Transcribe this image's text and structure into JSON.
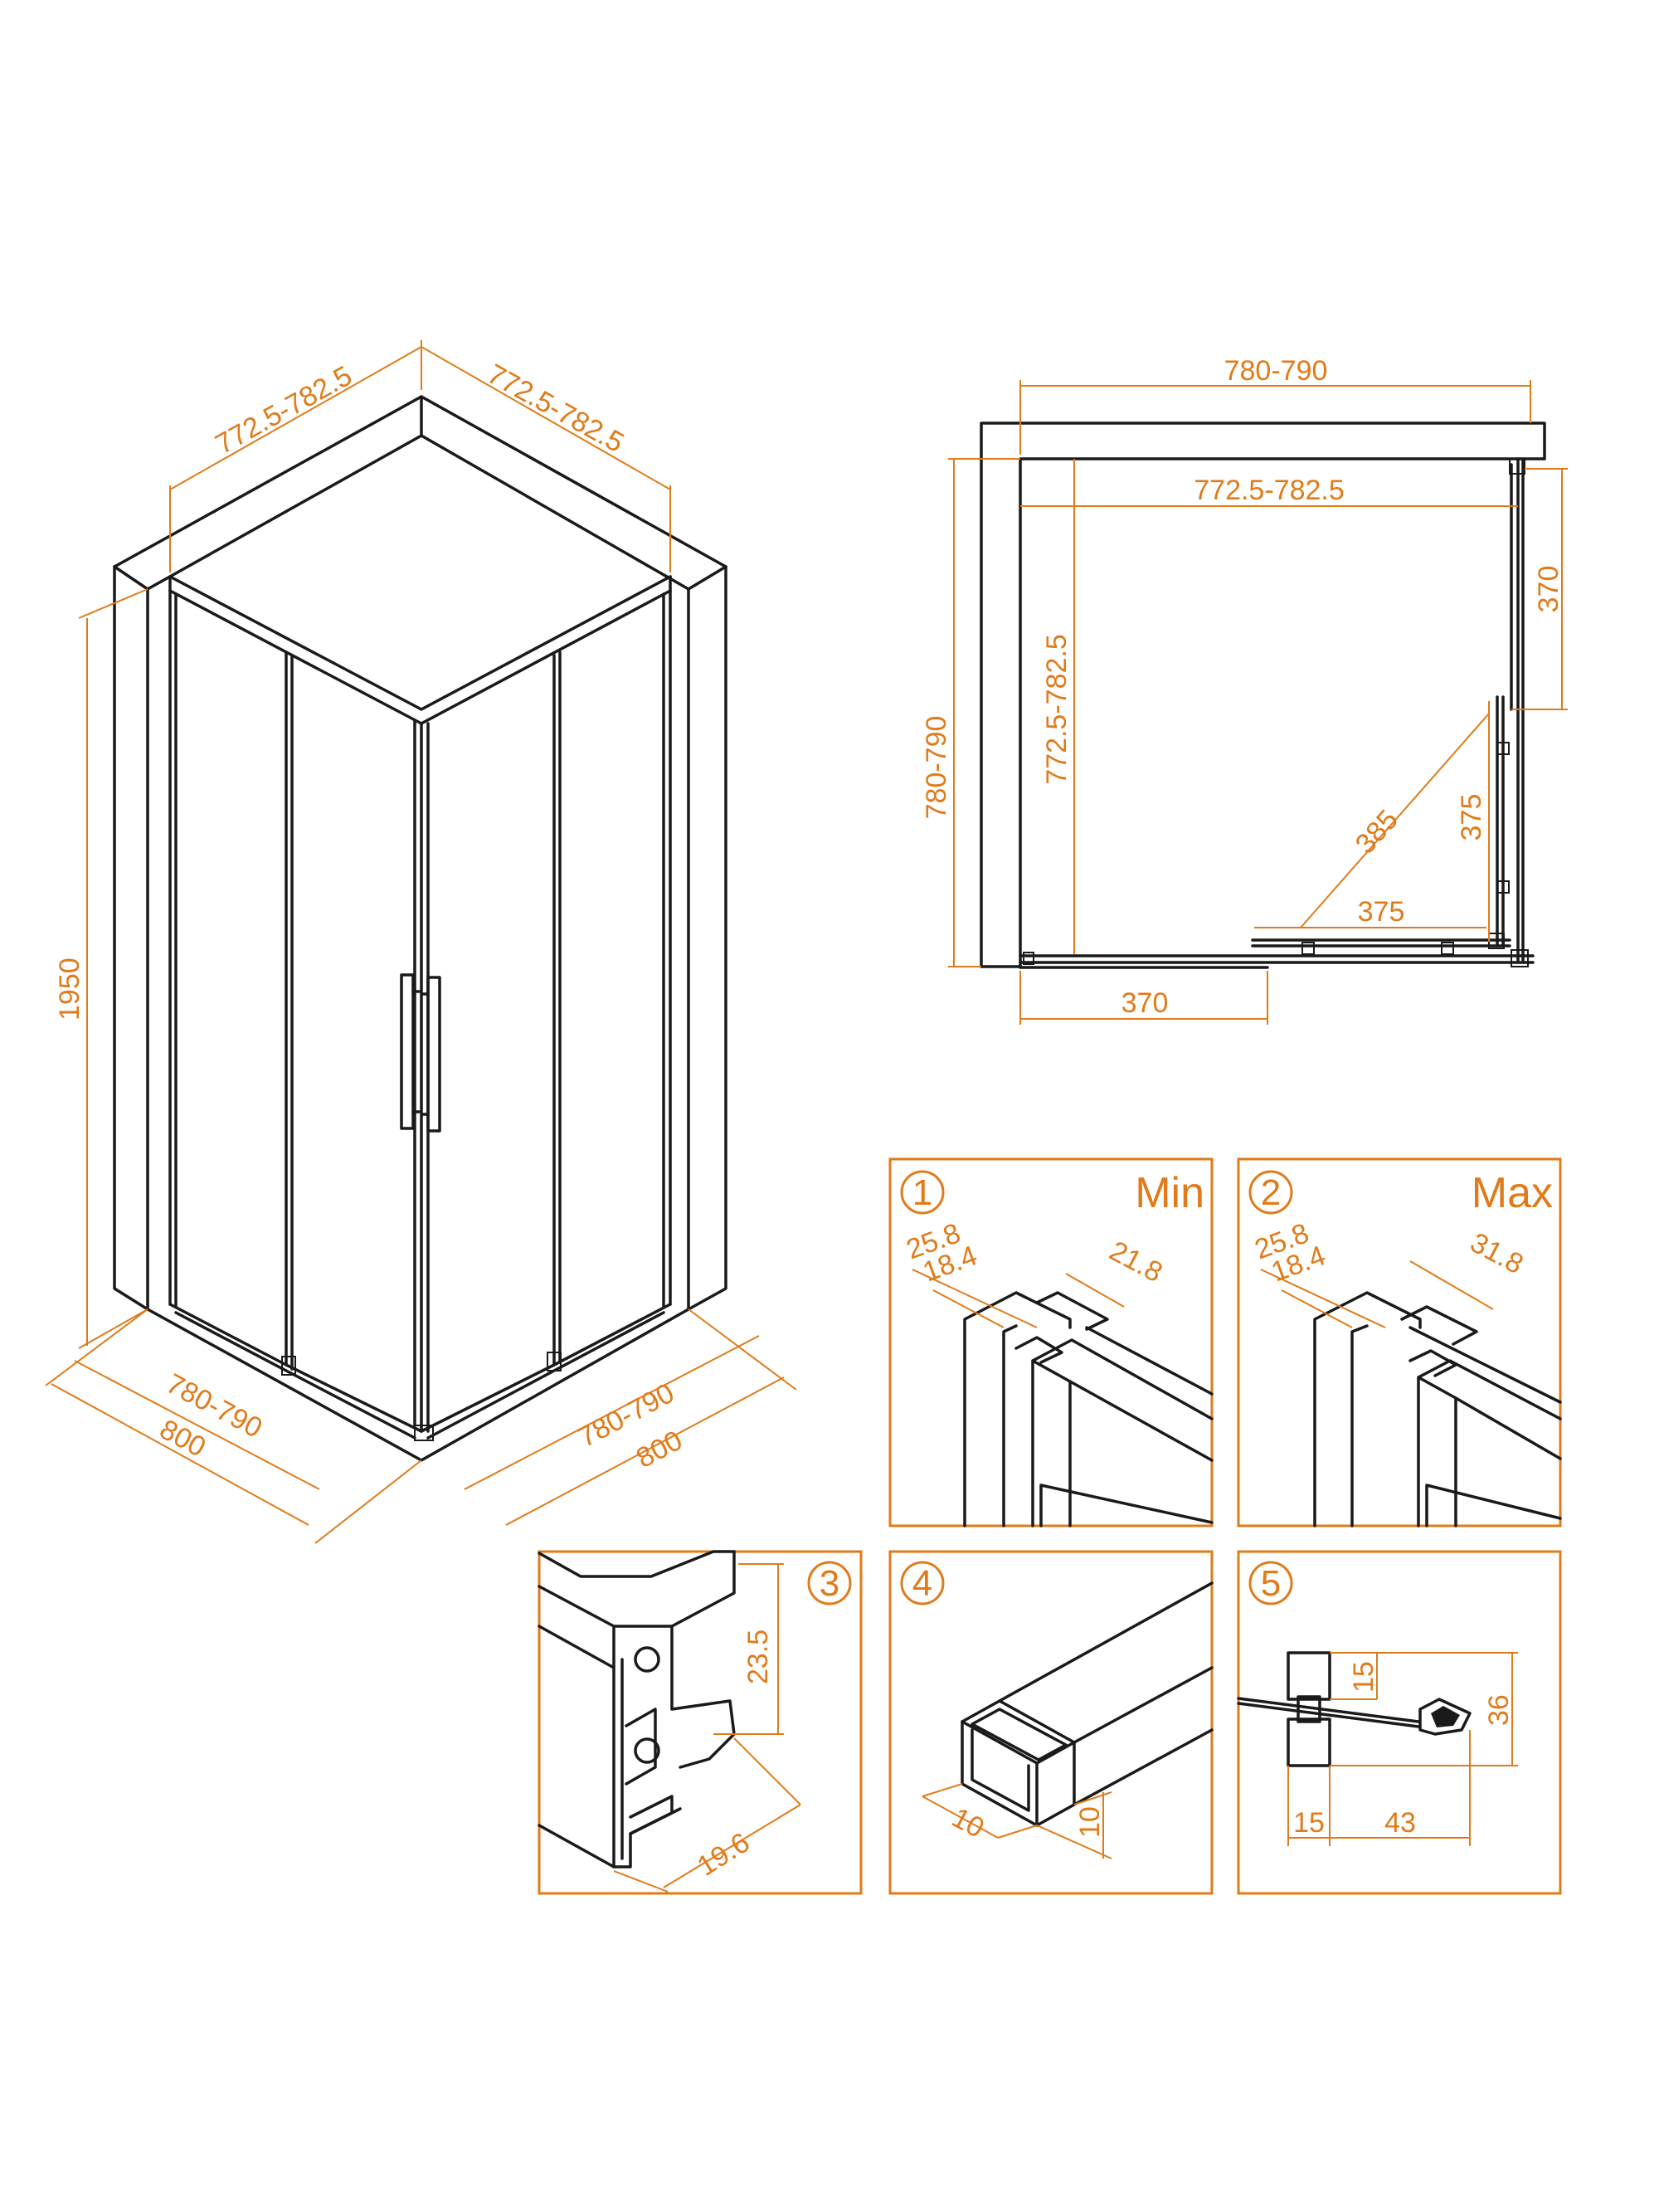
{
  "colors": {
    "accent": "#e07b1a",
    "line": "#1a1a1a"
  },
  "iso_view": {
    "top_left_width": "772.5-782.5",
    "top_right_width": "772.5-782.5",
    "height": "1950",
    "bottom_left_inner": "780-790",
    "bottom_left_outer": "800",
    "bottom_right_inner": "780-790",
    "bottom_right_outer": "800"
  },
  "plan_view": {
    "outer_width": "780-790",
    "inner_width": "772.5-782.5",
    "outer_depth": "780-790",
    "inner_depth": "772.5-782.5",
    "right_fixed": "370",
    "bottom_fixed": "370",
    "diagonal": "385",
    "door_x": "375",
    "door_y": "375"
  },
  "details": [
    {
      "number": "1",
      "mode": "Min",
      "dims": [
        "25.8",
        "18.4",
        "21.8"
      ]
    },
    {
      "number": "2",
      "mode": "Max",
      "dims": [
        "25.8",
        "18.4",
        "31.8"
      ]
    },
    {
      "number": "3",
      "dims": [
        "23.5",
        "19.6"
      ]
    },
    {
      "number": "4",
      "dims": [
        "10",
        "10"
      ]
    },
    {
      "number": "5",
      "dims": [
        "15",
        "36",
        "15",
        "43"
      ]
    }
  ]
}
